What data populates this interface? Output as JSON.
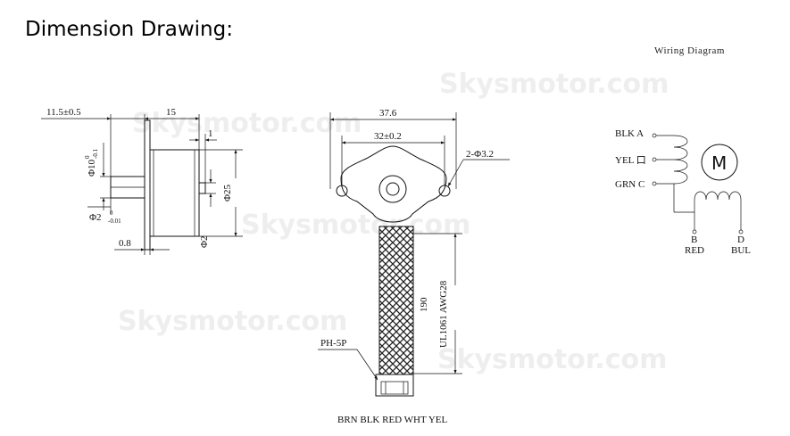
{
  "title": "Dimension Drawing:",
  "wiring_title": "Wiring Diagram",
  "watermark": "Skysmotor.com",
  "side_view": {
    "dim_flange_offset": "11.5±0.5",
    "dim_body_length": "15",
    "dim_tip": "1",
    "dim_shaft_dia": "Φ10",
    "dim_shaft_tol_upper": "0",
    "dim_shaft_tol_lower": "-0.1",
    "dim_pin_dia": "Φ2",
    "dim_pin_tol_upper": "0",
    "dim_pin_tol_lower": "-0.01",
    "dim_flange_thickness": "0.8",
    "dim_body_dia": "Φ25",
    "dim_phi2": "Φ2"
  },
  "front_view": {
    "dim_width": "37.6",
    "dim_hole_spacing": "32±0.2",
    "dim_holes": "2-Φ3.2",
    "dim_cable_length": "190",
    "cable_spec": "UL1061 AWG28",
    "connector": "PH-5P",
    "wire_colors": "BRN BLK RED WHT YEL"
  },
  "wiring": {
    "label_a": "BLK A",
    "label_yel": "YEL 口",
    "label_c": "GRN C",
    "motor_symbol": "M",
    "label_b": "B",
    "label_red": "RED",
    "label_d": "D",
    "label_bul": "BUL"
  }
}
